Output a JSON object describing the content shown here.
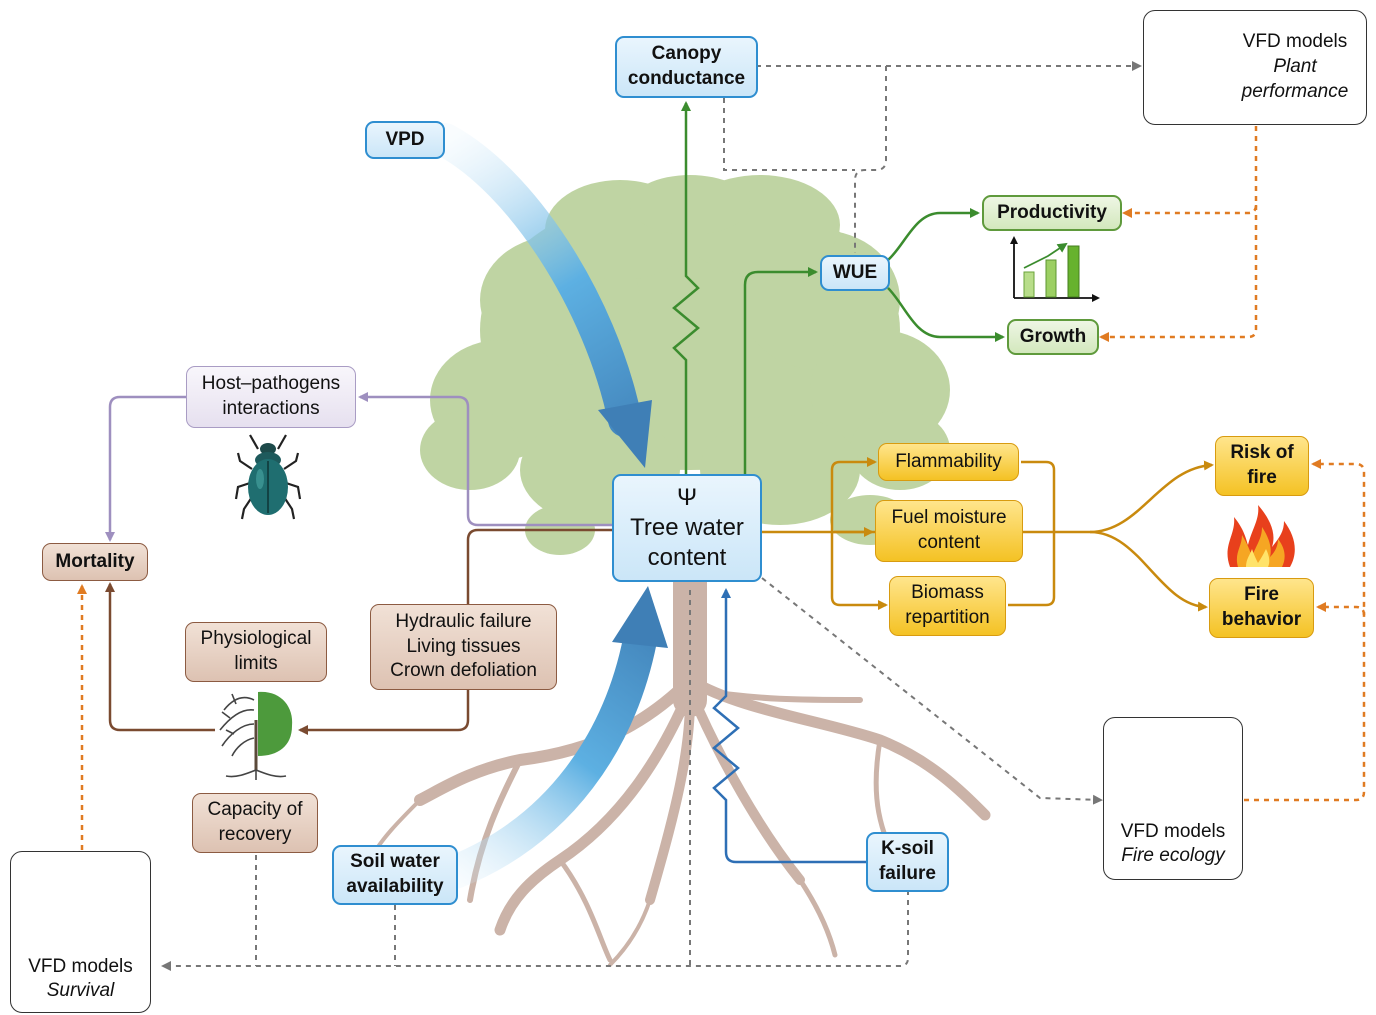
{
  "nodes": {
    "canopy": {
      "line1": "Canopy",
      "line2": "conductance"
    },
    "vpd": {
      "label": "VPD"
    },
    "vfd_plant": {
      "title": "VFD models",
      "sub1": "Plant",
      "sub2": "performance"
    },
    "productivity": {
      "label": "Productivity"
    },
    "wue": {
      "label": "WUE"
    },
    "growth": {
      "label": "Growth"
    },
    "host": {
      "line1": "Host–pathogens",
      "line2": "interactions"
    },
    "mortality": {
      "label": "Mortality"
    },
    "center": {
      "symbol": "Ψ",
      "line1": "Tree water",
      "line2": "content"
    },
    "flammability": {
      "label": "Flammability"
    },
    "fuel": {
      "line1": "Fuel moisture",
      "line2": "content"
    },
    "biomass": {
      "line1": "Biomass",
      "line2": "repartition"
    },
    "risk": {
      "line1": "Risk of",
      "line2": "fire"
    },
    "behavior": {
      "line1": "Fire",
      "line2": "behavior"
    },
    "physio": {
      "line1": "Physiological",
      "line2": "limits"
    },
    "hydraulic": {
      "line1": "Hydraulic failure",
      "line2": "Living tissues",
      "line3": "Crown defoliation"
    },
    "capacity": {
      "line1": "Capacity of",
      "line2": "recovery"
    },
    "soil": {
      "line1": "Soil water",
      "line2": "availability"
    },
    "ksoil": {
      "line1": "K-soil",
      "line2": "failure"
    },
    "vfd_fire": {
      "title": "VFD models",
      "sub": "Fire ecology"
    },
    "vfd_survival": {
      "title": "VFD models",
      "sub": "Survival"
    }
  },
  "colors": {
    "blue_link": "#2e6fb5",
    "green_link": "#3b8c2e",
    "brown_link": "#7a4a30",
    "lilac_link": "#9e8fbf",
    "fire_link": "#c98a0e",
    "model_link": "#e07b22",
    "gray_link": "#777777",
    "tree_canopy": "#b9d09a",
    "tree_roots": "#cbb3a8"
  },
  "icons": [
    "gear-icon",
    "beetle-icon",
    "bar-chart-icon",
    "flames-icon",
    "half-dead-tree-icon"
  ]
}
